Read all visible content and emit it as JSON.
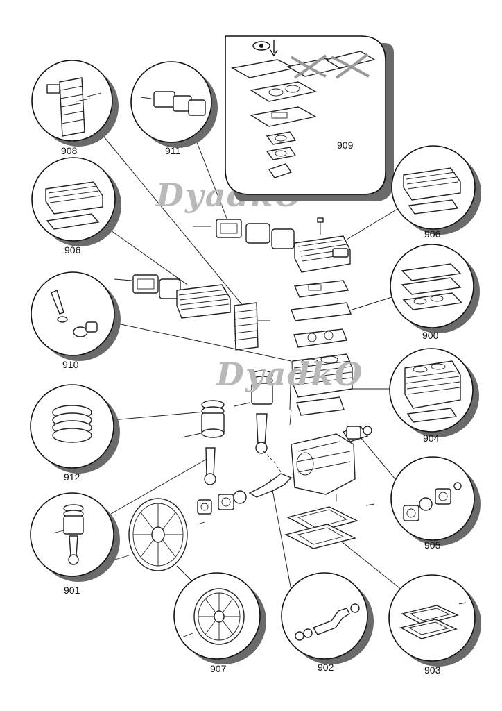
{
  "watermark": {
    "text": "DyadkO",
    "symbol": "®"
  },
  "labels": {
    "p900": "900",
    "p901": "901",
    "p902": "902",
    "p903": "903",
    "p904": "904",
    "p905": "905",
    "p906a": "906",
    "p906b": "906",
    "p907": "907",
    "p908": "908",
    "p909": "909",
    "p910": "910",
    "p911": "911",
    "p912": "912"
  },
  "icons": [
    "eye-icon",
    "arrow-down-icon",
    "cross-out-icon"
  ]
}
